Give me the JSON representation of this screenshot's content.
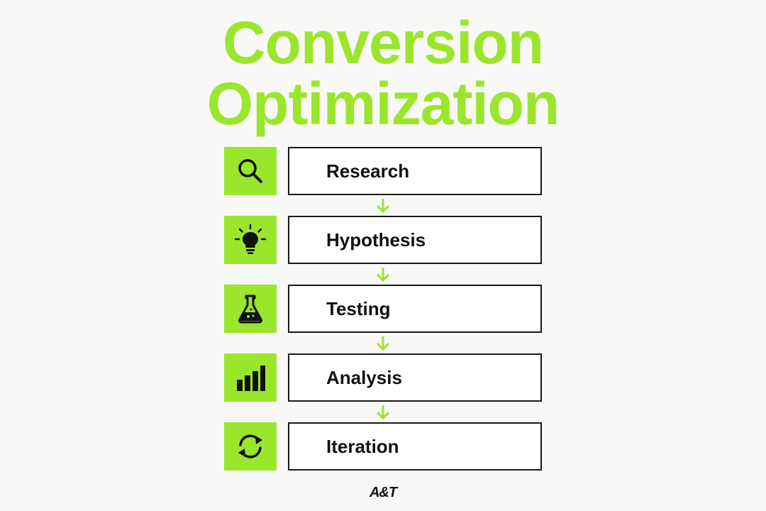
{
  "title": {
    "line1": "Conversion",
    "line2": "Optimization"
  },
  "steps": [
    {
      "label": "Research",
      "icon": "magnifying-glass-icon"
    },
    {
      "label": "Hypothesis",
      "icon": "lightbulb-icon"
    },
    {
      "label": "Testing",
      "icon": "flask-icon"
    },
    {
      "label": "Analysis",
      "icon": "bar-chart-icon"
    },
    {
      "label": "Iteration",
      "icon": "refresh-cycle-icon"
    }
  ],
  "footer": {
    "logo_text": "A&T"
  },
  "colors": {
    "accent": "#9ae62c",
    "text": "#111111",
    "background": "#f8f8f6"
  }
}
